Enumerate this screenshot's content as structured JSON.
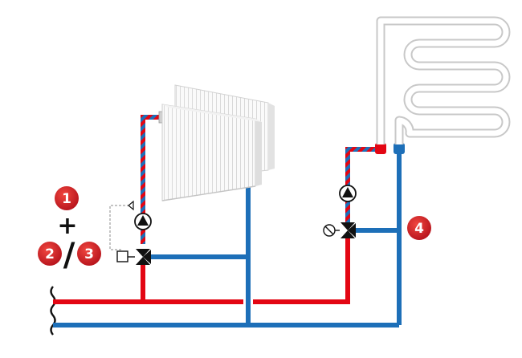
{
  "colors": {
    "supply": "#e30613",
    "return": "#1d6fb8",
    "badge": "#d7191f",
    "badge_text": "#ffffff",
    "coil": "#ffffff",
    "coil_outline": "#c8c8c8",
    "radiator": "#f7f7f7",
    "symbol": "#111111"
  },
  "badges": {
    "b1": "1",
    "b2": "2",
    "b3": "3",
    "b4": "4"
  },
  "symbols": {
    "plus": "+",
    "slash": "/"
  },
  "icons": [
    "radiator-icon",
    "floor-heating-coil-icon",
    "pump-icon",
    "three-way-mixing-valve-icon",
    "actuator-icon",
    "thermostat-sensor-icon",
    "wall-break-icon"
  ]
}
